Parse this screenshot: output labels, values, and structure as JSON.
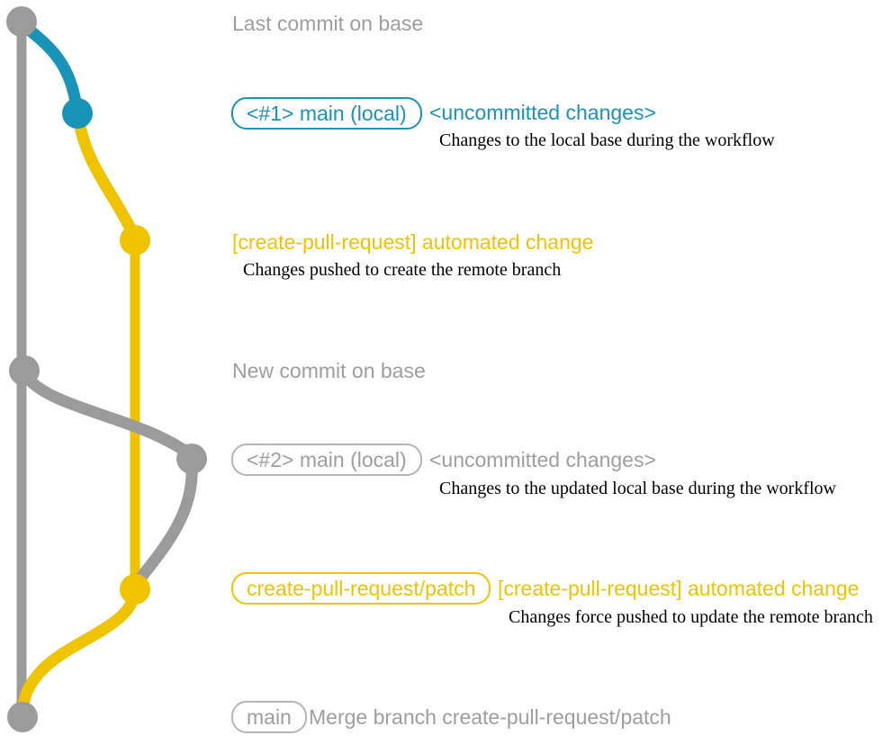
{
  "colors": {
    "gray": "#9B9B9B",
    "text_gray": "#9E9E9E",
    "badge_gray": "#B5B5B5",
    "blue": "#1794B8",
    "yellow": "#F0C300",
    "black": "#000000"
  },
  "graph": {
    "nodes": [
      {
        "id": "last-commit-on-base",
        "color": "gray"
      },
      {
        "id": "local-main-commit-1",
        "color": "blue"
      },
      {
        "id": "patch-branch-commit-1",
        "color": "yellow"
      },
      {
        "id": "new-commit-on-base",
        "color": "gray"
      },
      {
        "id": "local-main-commit-2",
        "color": "gray"
      },
      {
        "id": "patch-branch-commit-2",
        "color": "yellow"
      },
      {
        "id": "merge-commit",
        "color": "gray"
      }
    ]
  },
  "annotations": {
    "last_commit": "Last commit on base",
    "row1": {
      "badge": "<#1> main (local)",
      "title": "<uncommitted changes>",
      "desc": "Changes to the local base during the workflow"
    },
    "row2": {
      "title": "[create-pull-request] automated change",
      "desc": "Changes pushed to create the remote branch"
    },
    "new_commit": "New commit on base",
    "row3": {
      "badge": "<#2> main (local)",
      "title": "<uncommitted changes>",
      "desc": "Changes to the updated local base during the workflow"
    },
    "row4": {
      "badge": "create-pull-request/patch",
      "title": "[create-pull-request] automated change",
      "desc": "Changes force pushed to update the remote branch"
    },
    "row5": {
      "badge": "main",
      "title": "Merge branch create-pull-request/patch"
    }
  }
}
